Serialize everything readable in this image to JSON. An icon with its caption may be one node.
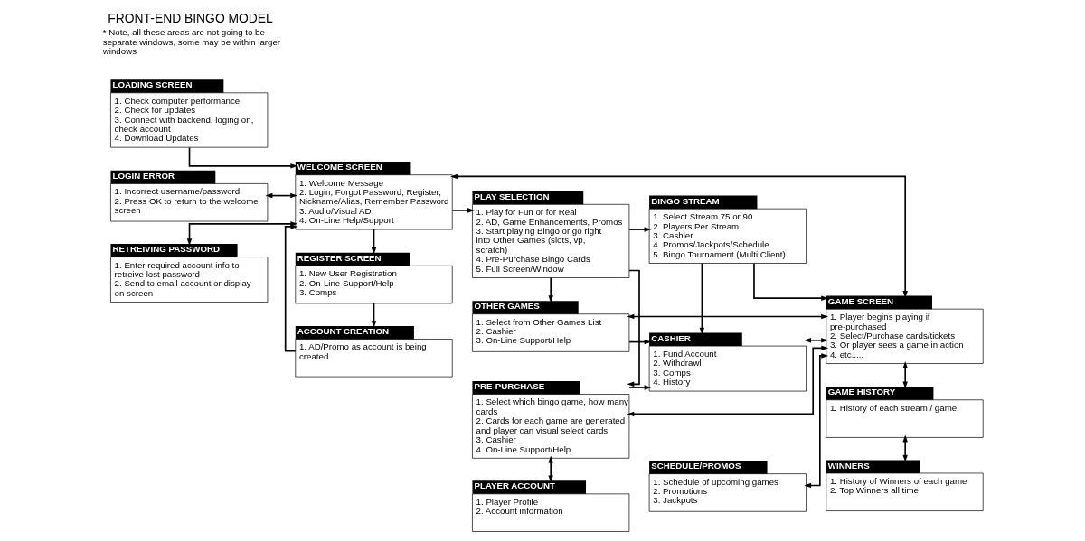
{
  "diagram": {
    "title": "FRONT-END BINGO MODEL",
    "nodes": [
      {
        "text": [
          "LOADING SCREEN",
          "1. Check computer performance",
          "2. Check for updates",
          "3. Connect with backend, loging on, check account",
          "4. Download Updates"
        ]
      },
      {
        "text": [
          "WELCOME SCREEN",
          "1. Welcome Message",
          "2. Login, Forgot Password, Register, Nickname/Alias, Remember Password",
          "3. Audio/Visual AD",
          "4. On-Line Help/Support"
        ]
      },
      {
        "text": [
          "PLAY SELECTION",
          "1. Play for Fun or for Real",
          "2. AD, Game Enhancements, Promos",
          "3. Start playing Bingo or go right into Other Games (slots, vp, scratch)",
          "4. Pre-Purchase Bingo Cards",
          "5. Full Screen/Window"
        ]
      },
      {
        "text": [
          "BINGO STREAM",
          "1. Select Stream 75 or 90",
          "2. Players Per Stream",
          "3. Cashier",
          "4. Promos/Jackpots/Schedule",
          "5. Bingo Tournament (Multi Client)"
        ]
      },
      {
        "text": [
          "GAME SCREEN",
          "1. Player begins playing if pre-purchased",
          "2. Select/Purchase cards/tickets",
          "3. Or player sees a game in action",
          "4. etc....."
        ]
      },
      {
        "text": [
          "LOGIN ERROR",
          "1. Incorrect username/password",
          "2. Press OK to return to the welcome screen"
        ]
      },
      {
        "text": [
          "REGISTER SCREEN",
          "1. New User Registration",
          "2. On-Line Support/Help",
          "3. Comps"
        ]
      },
      {
        "text": [
          "OTHER GAMES",
          "1. Select from Other Games List",
          "2. Cashier",
          "3. On-Line Support/Help"
        ]
      },
      {
        "text": [
          "CASHIER",
          "1. Fund Account",
          "2. Withdrawl",
          "3. Comps",
          "4. History"
        ]
      },
      {
        "text": [
          "RETREIVING PASSWORD",
          "1. Enter required account info to retreive lost password",
          "2. Send to email account or display on screen"
        ]
      },
      {
        "text": [
          "ACCOUNT CREATION",
          "1. AD/Promo as account is being created"
        ]
      },
      {
        "text": [
          "PRE-PURCHASE",
          "1. Select which bingo game, how many cards",
          "2. Cards for each game are generated and player can visual select cards",
          "3. Cashier",
          "4. On-Line Support/Help"
        ]
      },
      {
        "text": [
          "GAME HISTORY",
          "1. History of each stream / game"
        ]
      },
      {
        "text": [
          "PLAYER ACCOUNT",
          "1. Player Profile",
          "2. Account information"
        ]
      },
      {
        "text": [
          "SCHEDULE/PROMOS",
          "1. Schedule of upcoming games",
          "2. Promotions",
          "3. Jackpots"
        ]
      },
      {
        "text": [
          "WINNERS",
          "1. History of Winners of each game",
          "2. Top Winners all time"
        ]
      }
    ],
    "edges": [
      {
        "from": 0,
        "to": 1,
        "arrow": "to"
      },
      {
        "from": 1,
        "to": 2,
        "arrow": "to"
      },
      {
        "from": 2,
        "to": 3,
        "arrow": "to"
      },
      {
        "from": 3,
        "to": 4,
        "arrow": "to"
      },
      {
        "from": 1,
        "to": 4,
        "arrow": "both"
      },
      {
        "from": 1,
        "to": 5,
        "arrow": "both"
      },
      {
        "from": 1,
        "to": 9,
        "arrow": "both"
      },
      {
        "from": 1,
        "to": 6,
        "arrow": "to"
      },
      {
        "from": 6,
        "to": 10,
        "arrow": "to"
      },
      {
        "from": 10,
        "to": 1,
        "arrow": "to"
      },
      {
        "from": 2,
        "to": 7,
        "arrow": "to"
      },
      {
        "from": 2,
        "to": 11,
        "arrow": "to"
      },
      {
        "from": 7,
        "to": 8,
        "arrow": "to"
      },
      {
        "from": 3,
        "to": 8,
        "arrow": "to"
      },
      {
        "from": 7,
        "to": 4,
        "arrow": "both"
      },
      {
        "from": 4,
        "to": 8,
        "arrow": "both"
      },
      {
        "from": 4,
        "to": 12,
        "arrow": "both"
      },
      {
        "from": 4,
        "to": 11,
        "arrow": "both"
      },
      {
        "from": 4,
        "to": 14,
        "arrow": "both"
      },
      {
        "from": 11,
        "to": 8,
        "arrow": "to"
      },
      {
        "from": 11,
        "to": 13,
        "arrow": "both"
      },
      {
        "from": 12,
        "to": 15,
        "arrow": "both"
      }
    ],
    "labels": [
      "* Note, all these areas are not going to be separate windows, some may be within larger windows"
    ]
  }
}
